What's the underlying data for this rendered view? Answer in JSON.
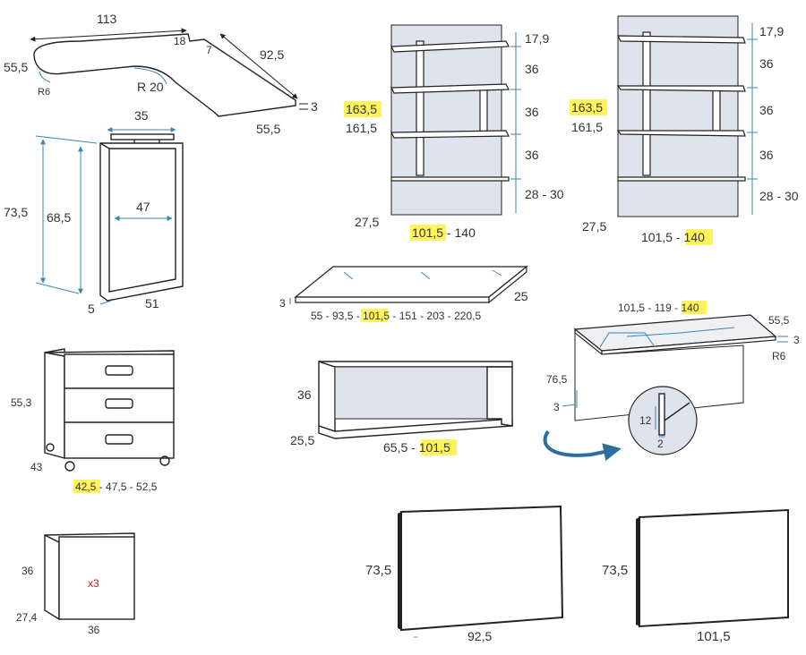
{
  "colors": {
    "dimension_line": "#3a86b4",
    "highlight": "#fff35c",
    "panel_fill": "#dfe3ee",
    "quantity_text": "#d01818"
  },
  "desk_top": {
    "width": "113",
    "depth_left": "55,5",
    "depth_right": "55,5",
    "length_right": "92,5",
    "notch_a": "18",
    "notch_b": "7",
    "thickness": "3",
    "radius_small": "R6",
    "radius_large": "R 20"
  },
  "cabinet": {
    "top_width": "35",
    "height_outer": "73,5",
    "height_inner": "68,5",
    "inner_width": "47",
    "base": "5",
    "depth": "51"
  },
  "shelf_unit_left": {
    "height_highlight": "163,5",
    "height_alt": "161,5",
    "spacing_top": "17,9",
    "spacing_1": "36",
    "spacing_2": "36",
    "spacing_3": "36",
    "spacing_bottom": "28 - 30",
    "depth": "27,5",
    "width_highlight": "101,5",
    "width_sep": " - ",
    "width_other": "140"
  },
  "shelf_unit_right": {
    "height_highlight": "163,5",
    "height_alt": "161,5",
    "spacing_top": "17,9",
    "spacing_1": "36",
    "spacing_2": "36",
    "spacing_3": "36",
    "spacing_bottom": "28 - 30",
    "depth": "27,5",
    "width_other": "101,5",
    "width_sep": " - ",
    "width_highlight": "140"
  },
  "wall_shelf": {
    "thickness": "3",
    "depth": "25",
    "widths_pre": "55 - 93,5 - ",
    "widths_highlight": "101,5",
    "widths_post": " - 151 - 203 - 220,5"
  },
  "drawer_unit": {
    "height": "55,3",
    "depth": "43",
    "widths_highlight": "42,5",
    "widths_rest": " - 47,5 - 52,5"
  },
  "open_box": {
    "height": "36",
    "depth": "25,5",
    "widths_pre": "65,5 - ",
    "widths_highlight": "101,5"
  },
  "glass_desk": {
    "widths_pre": "101,5 - 119 - ",
    "widths_highlight": "140",
    "depth": "55,5",
    "thickness_right": "3",
    "radius": "R6",
    "height": "76,5",
    "panel_thickness": "3",
    "detail_a": "12",
    "detail_b": "2"
  },
  "cube": {
    "height": "36",
    "depth": "27,4",
    "width": "36",
    "quantity": "x3"
  },
  "panel_a": {
    "height": "73,5",
    "width": "92,5"
  },
  "panel_b": {
    "height": "73,5",
    "width": "101,5"
  }
}
